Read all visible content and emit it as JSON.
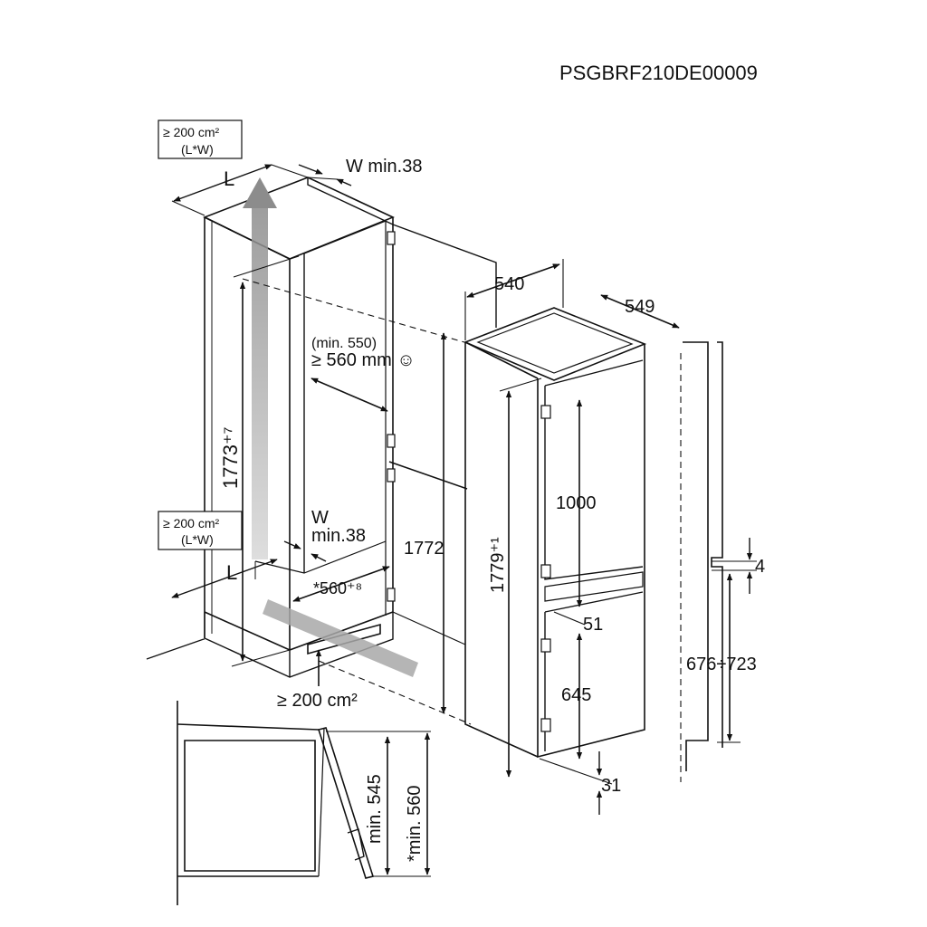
{
  "model_code": "PSGBRF210DE00009",
  "vent_top": {
    "area": "≥ 200 cm²",
    "formula": "(L*W)"
  },
  "vent_bottom": {
    "area": "≥ 200 cm²",
    "formula": "(L*W)"
  },
  "label_L": "L",
  "w_min_top": "W min.38",
  "w_min_side": {
    "line1": "W",
    "line2": "min.38"
  },
  "niche_depth": {
    "line1": "(min. 550)",
    "line2": "≥ 560 mm ☺"
  },
  "niche_height": "1773⁺⁷",
  "cabinet_height": "1772",
  "opening_depth": "*560⁺⁸",
  "plinth_vent": "≥ 200 cm²",
  "appliance_width": "540",
  "appliance_depth": "549",
  "appliance_height": "1779⁺¹",
  "fridge_door": "1000",
  "gap_51": "51",
  "freezer_door": "645",
  "gap_31": "31",
  "gap_4": "4",
  "door_range": "676÷723",
  "section_545": "min. 545",
  "section_560": "*min. 560",
  "colors": {
    "line": "#111111",
    "arrow": "#9a9a9a",
    "background": "#ffffff"
  }
}
